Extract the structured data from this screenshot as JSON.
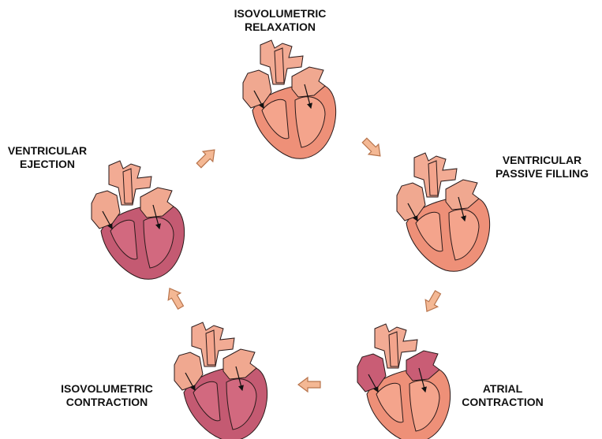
{
  "colors": {
    "atrium_fill": "#f0a890",
    "vessel_fill": "#f2ab94",
    "ventricle_light": "#f4a48c",
    "ventricle_mid": "#ee9078",
    "ventricle_dark": "#c45a72",
    "ventricle_dark_inner": "#d2697f",
    "atrium_dark": "#c95d75",
    "outline": "#2a1a1a",
    "arrow_fill": "#f4b894",
    "arrow_stroke": "#b8744c"
  },
  "stages": [
    {
      "id": "isovolumetric-relaxation",
      "title_lines": [
        "ISOVOLUMETRIC",
        "RELAXATION"
      ],
      "ventricle": "light",
      "atria": "light"
    },
    {
      "id": "ventricular-passive-filling",
      "title_lines": [
        "VENTRICULAR",
        "PASSIVE FILLING"
      ],
      "ventricle": "light",
      "atria": "light"
    },
    {
      "id": "atrial-contraction",
      "title_lines": [
        "ATRIAL",
        "CONTRACTION"
      ],
      "ventricle": "light",
      "atria": "dark"
    },
    {
      "id": "isovolumetric-contraction",
      "title_lines": [
        "ISOVOLUMETRIC",
        "CONTRACTION"
      ],
      "ventricle": "dark",
      "atria": "light"
    },
    {
      "id": "ventricular-ejection",
      "title_lines": [
        "VENTRICULAR",
        "EJECTION"
      ],
      "ventricle": "dark",
      "atria": "light"
    }
  ],
  "cycle_arrows": [
    {
      "from": "isovolumetric-relaxation",
      "to": "ventricular-passive-filling"
    },
    {
      "from": "ventricular-passive-filling",
      "to": "atrial-contraction"
    },
    {
      "from": "atrial-contraction",
      "to": "isovolumetric-contraction"
    },
    {
      "from": "isovolumetric-contraction",
      "to": "ventricular-ejection"
    },
    {
      "from": "ventricular-ejection",
      "to": "isovolumetric-relaxation"
    }
  ]
}
